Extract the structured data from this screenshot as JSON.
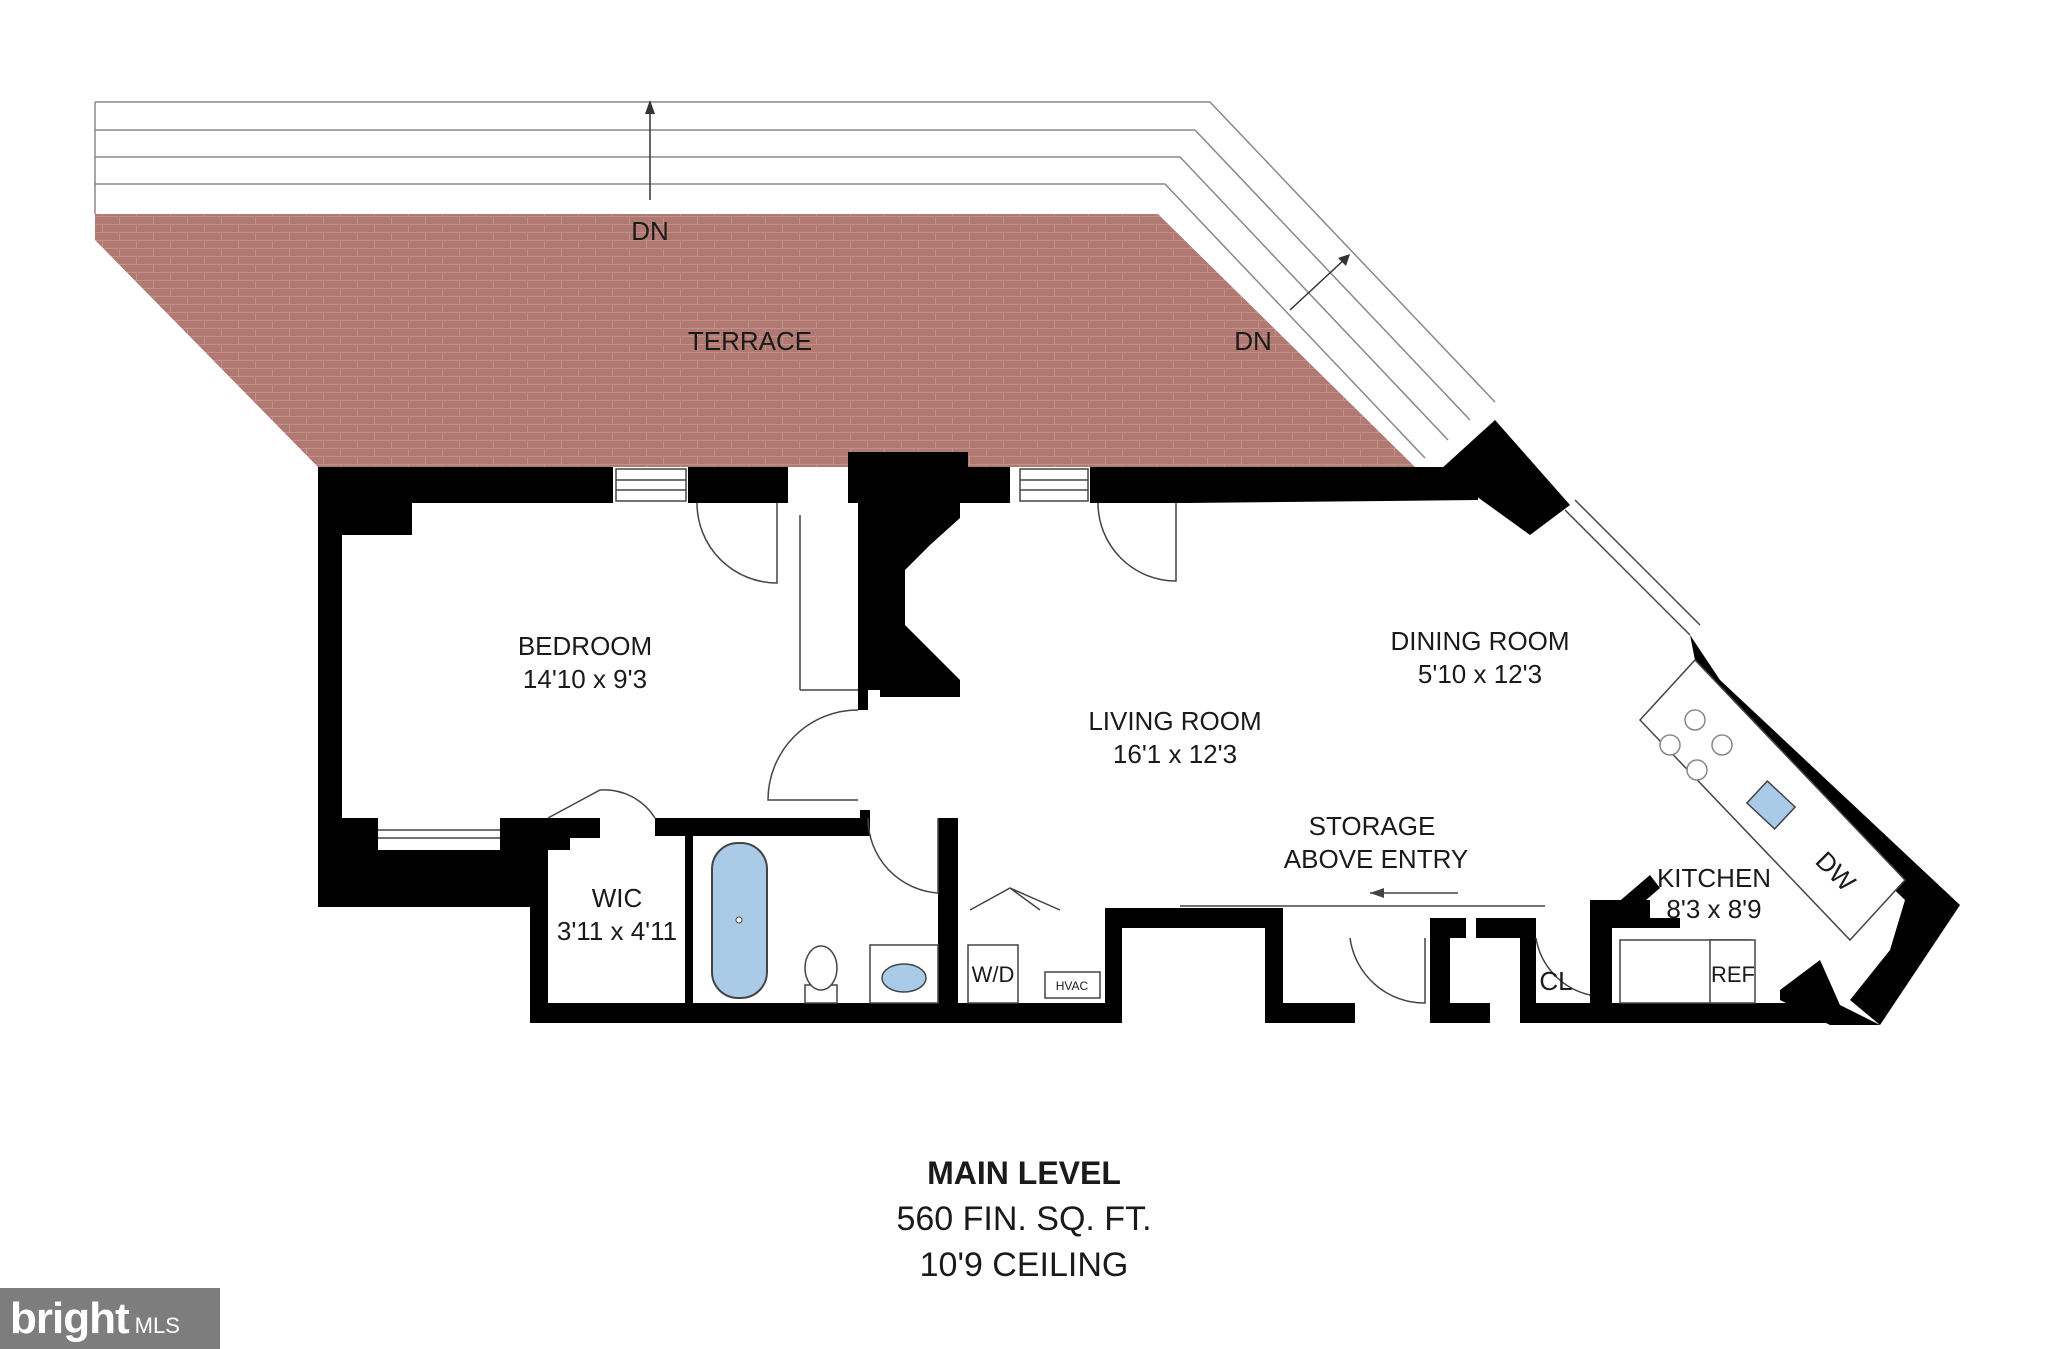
{
  "rooms": {
    "terrace": {
      "name": "TERRACE"
    },
    "bedroom": {
      "name": "BEDROOM",
      "dims": "14'10 x 9'3"
    },
    "living": {
      "name": "LIVING ROOM",
      "dims": "16'1 x 12'3"
    },
    "dining": {
      "name": "DINING ROOM",
      "dims": "5'10 x 12'3"
    },
    "kitchen": {
      "name": "KITCHEN",
      "dims": "8'3 x 8'9"
    },
    "wic": {
      "name": "WIC",
      "dims": "3'11 x 4'11"
    },
    "storage": {
      "line1": "STORAGE",
      "line2": "ABOVE ENTRY"
    }
  },
  "fixtures": {
    "wd": "W/D",
    "hvac": "HVAC",
    "cl": "CL",
    "ref": "REF",
    "dw": "DW"
  },
  "stairs": {
    "dn_top": "DN",
    "dn_right": "DN"
  },
  "caption": {
    "title": "MAIN LEVEL",
    "area": "560 FIN. SQ. FT.",
    "ceiling": "10'9 CEILING"
  },
  "logo": {
    "brand": "bright",
    "suffix": "MLS"
  },
  "colors": {
    "terrace": "#b07a72",
    "wall": "#000000",
    "tub": "#a9cbe8"
  }
}
